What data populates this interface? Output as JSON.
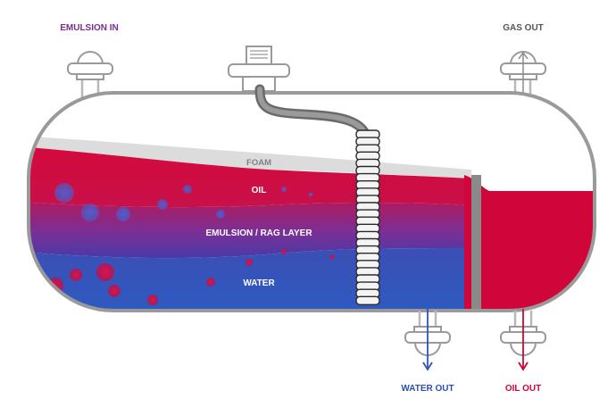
{
  "labels": {
    "emulsion_in": "EMULSION IN",
    "gas_out": "GAS OUT",
    "foam": "FOAM",
    "oil": "OIL",
    "emulsion_layer": "EMULSION / RAG LAYER",
    "water": "WATER",
    "water_out": "WATER OUT",
    "oil_out": "OIL OUT"
  },
  "colors": {
    "inlet_label": "#7b2d8e",
    "gas_label": "#555555",
    "water_out_label": "#2a4fb0",
    "oil_out_label": "#d0063a",
    "oil": "#d0063a",
    "emulsion": "#8a2e8c",
    "water": "#2f55b8",
    "foam": "#dcdcdc",
    "shell": "#9a9a9a",
    "weir": "#8a8a8a"
  }
}
